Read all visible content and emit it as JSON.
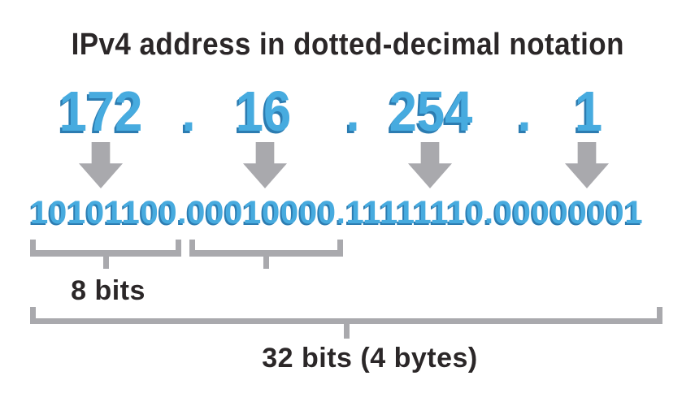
{
  "title": "IPv4 address in dotted-decimal notation",
  "ip": {
    "parts": [
      "172",
      ".",
      "16",
      ".",
      "254",
      ".",
      "1"
    ]
  },
  "binary": "10101100.00010000.11111110.00000001",
  "labels": {
    "octet_bits": "8 bits",
    "total_bits": "32 bits (4 bytes)"
  },
  "icons": {
    "arrow": "down-arrow"
  },
  "colors": {
    "background": "#FFFFFF",
    "blue": "#47ABDF",
    "blue_shadow": "#2C7CB1",
    "gray": "#A9A9AD",
    "dark_text": "#2B2728"
  }
}
